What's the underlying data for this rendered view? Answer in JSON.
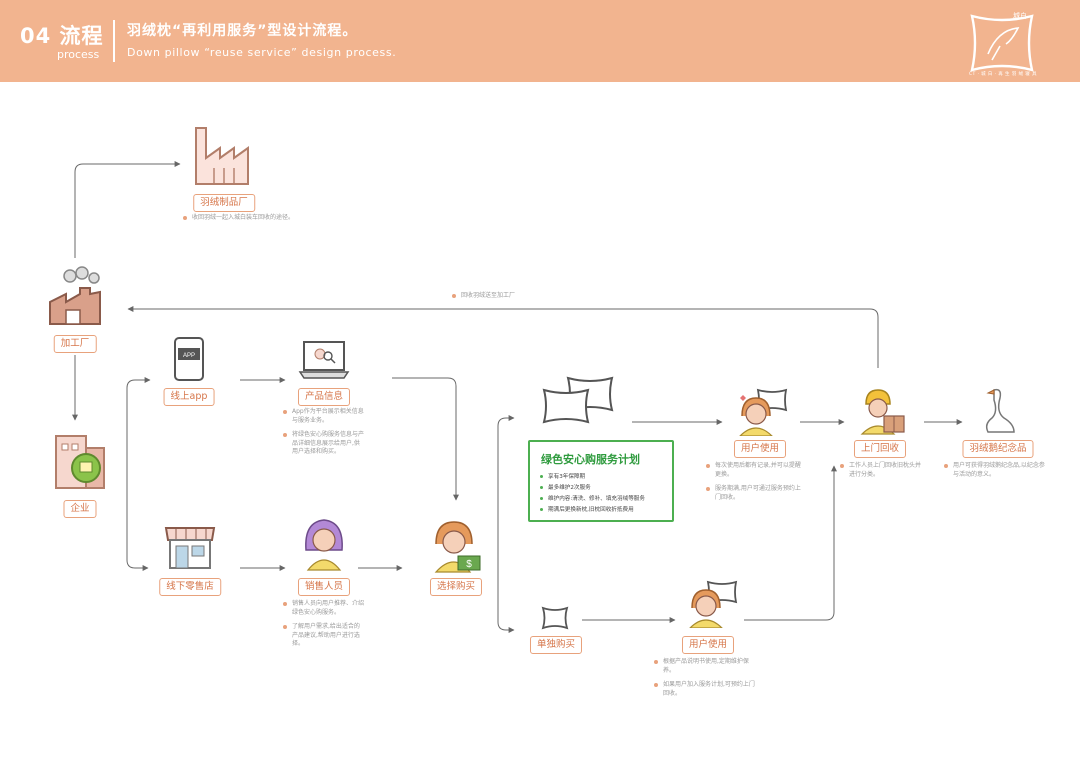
{
  "header": {
    "section_number": "04 流程",
    "section_label": "process",
    "title_cn": "羽绒枕“再利用服务”型设计流程。",
    "title_en": "Down pillow “reuse service” design process.",
    "logo_cn": "城白",
    "logo_tagline": "CT · 城 白 · 再 生 羽 绒 寝 具"
  },
  "colors": {
    "header_bg": "#f2b48f",
    "accent": "#e8a27c",
    "label_text": "#d6764a",
    "plan_border": "#4caf50",
    "icon_brown": "#b27e6a"
  },
  "nodes": {
    "factory": {
      "label": "羽绒制品厂",
      "icon": "factory-icon",
      "notes": [
        "收回羽绒一起入城白装车回收的途径。"
      ]
    },
    "processing": {
      "label": "加工厂",
      "icon": "processing-plant-icon"
    },
    "company": {
      "label": "企业",
      "icon": "company-building-icon"
    },
    "app": {
      "label": "线上app",
      "icon": "phone-app-icon",
      "badge": "APP"
    },
    "info": {
      "label": "产品信息",
      "icon": "laptop-icon",
      "notes": [
        "App作为平台展示相关信息与服务业务。",
        "将绿色安心购服务信息与产品详细信息展示给用户,供用户选择和购买。"
      ]
    },
    "store": {
      "label": "线下零售店",
      "icon": "store-icon"
    },
    "sales": {
      "label": "销售人员",
      "icon": "salesperson-icon",
      "notes": [
        "销售人员向用户推荐、介绍绿色安心购服务。",
        "了解用户需求,给出适合的产品建议,帮助用户进行选择。"
      ]
    },
    "choose": {
      "label": "选择购买",
      "icon": "customer-paying-icon"
    },
    "single": {
      "label": "单独购买",
      "icon": "single-pillow-icon"
    },
    "plan_icon": {
      "icon": "pillows-icon"
    },
    "use_top": {
      "label": "用户使用",
      "icon": "user-with-pillow-icon",
      "notes": [
        "每次使用后都有记录,并可以提醒更换。",
        "服务期满,用户可通过服务预约上门回收。"
      ]
    },
    "use_bottom": {
      "label": "用户使用",
      "icon": "user-with-pillow-icon",
      "notes": [
        "根据产品说明书使用,定期维护保养。",
        "如果用户加入服务计划,可预约上门回收。"
      ]
    },
    "recycle": {
      "label": "上门回收",
      "icon": "courier-icon",
      "notes": [
        "工作人员上门回收旧枕头并进行分类。"
      ]
    },
    "souvenir": {
      "label": "羽绒鹅纪念品",
      "icon": "goose-icon",
      "notes": [
        "用户可获得羽绒鹅纪念品,以纪念参与活动的意义。"
      ]
    }
  },
  "plan": {
    "title": "绿色安心购服务计划",
    "items": [
      "享有3年保障期",
      "最多维护2次服务",
      "维护内容:清洗、修补、填充羽绒等服务",
      "期满后更换新枕,旧枕回收折抵费用"
    ]
  },
  "flow_text": "回收羽绒送至加工厂"
}
